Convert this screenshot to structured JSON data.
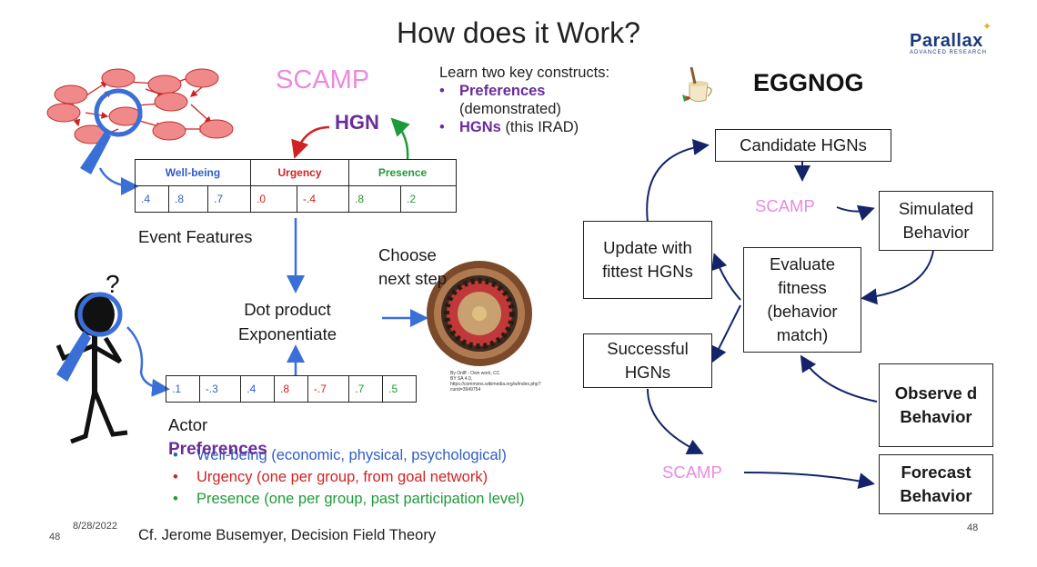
{
  "title": "How does it Work?",
  "logo": {
    "name": "Parallax",
    "tagline": "ADVANCED RESEARCH"
  },
  "left": {
    "scamp_label": "SCAMP",
    "hgn_label": "HGN",
    "learn": {
      "intro": "Learn two key constructs:",
      "items": [
        {
          "bold": "Preferences",
          "rest": "(demonstrated)"
        },
        {
          "bold": "HGNs",
          "rest": "(this IRAD)"
        }
      ]
    },
    "feature_table": {
      "headers": [
        "Well-being",
        "Urgency",
        "Presence"
      ],
      "values": [
        ".4",
        ".8",
        ".7",
        ".0",
        "-.4",
        ".8",
        ".2"
      ]
    },
    "event_features_label": "Event Features",
    "dot_product": "Dot product",
    "exponentiate": "Exponentiate",
    "choose_next_step": [
      "Choose",
      "next step"
    ],
    "image_credit": "By Onlff - Own work, CC BY SA 4.0, https://commons.wikimedia.org/w/index.php?curid=3949754",
    "pref_table": {
      "values": [
        ".1",
        "-.3",
        ".4",
        ".8",
        "-.7",
        ".7",
        ".5"
      ]
    },
    "actor_label": "Actor",
    "preferences_label": "Preferences",
    "bullets": [
      {
        "text": "Well-being (economic, physical, psychological)",
        "color": "blue"
      },
      {
        "text": "Urgency (one per group, from goal network)",
        "color": "red"
      },
      {
        "text": "Presence (one per group, past participation level)",
        "color": "green"
      }
    ]
  },
  "right": {
    "eggnog_label": "EGGNOG",
    "candidate": "Candidate HGNs",
    "scamp_top": "SCAMP",
    "simulated": "Simulated Behavior",
    "update": "Update with fittest HGNs",
    "evaluate": "Evaluate fitness (behavior match)",
    "successful": "Successful HGNs",
    "observed": "Observe d Behavior",
    "scamp_bottom": "SCAMP",
    "forecast": "Forecast Behavior"
  },
  "footer": {
    "date": "8/28/2022",
    "page_left": "48",
    "citation": "Cf. Jerome Busemyer, Decision Field Theory",
    "page_right": "48"
  },
  "colors": {
    "purple": "#6a2c9a",
    "pink": "#e98be0",
    "blue": "#2f5ec8",
    "red": "#d32222",
    "green": "#1f9a3a",
    "arrow_navy": "#15246a"
  }
}
